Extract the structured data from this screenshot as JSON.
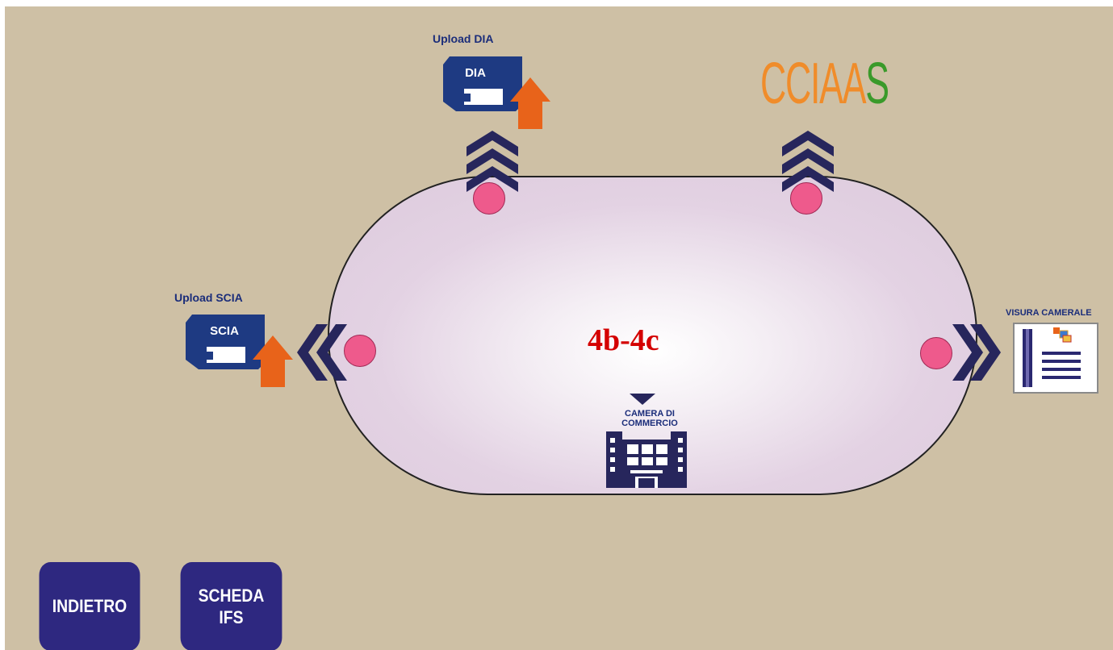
{
  "diagram": {
    "code": "4b-4c",
    "upload_dia": {
      "label": "Upload DIA",
      "card_text": "DIA"
    },
    "upload_scia": {
      "label": "Upload SCIA",
      "card_text": "SCIA"
    },
    "cciaas": {
      "letters": [
        {
          "text": "C",
          "color": "#f08c2a"
        },
        {
          "text": "C",
          "color": "#f08c2a"
        },
        {
          "text": "I",
          "color": "#f08c2a"
        },
        {
          "text": "A",
          "color": "#f08c2a"
        },
        {
          "text": "A",
          "color": "#f08c2a"
        },
        {
          "text": "S",
          "color": "#3a9a2a"
        }
      ]
    },
    "visura": {
      "label": "VISURA CAMERALE"
    },
    "camera": {
      "line1": "CAMERA DI",
      "line2": "COMMERCIO"
    }
  },
  "buttons": {
    "back": "INDIETRO",
    "scheda_line1": "SCHEDA",
    "scheda_line2": "IFS"
  },
  "colors": {
    "background": "#cec0a5",
    "navy": "#2e2880",
    "card_blue": "#1e3a82",
    "arrow_orange": "#e8631a",
    "hub_pink": "#ee5a8c",
    "code_red": "#d40000"
  }
}
